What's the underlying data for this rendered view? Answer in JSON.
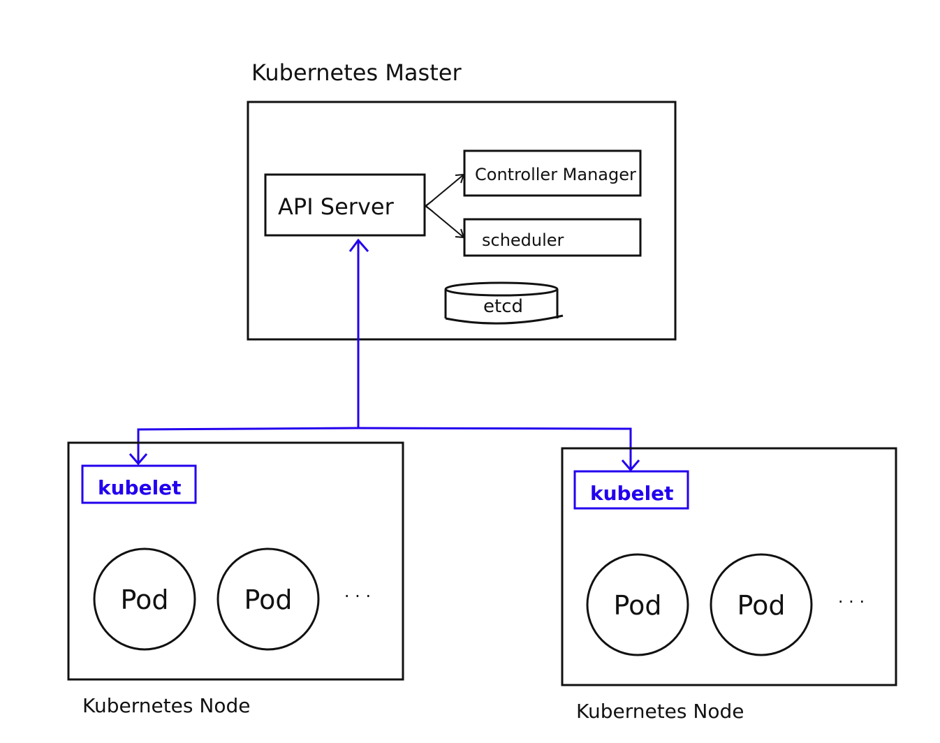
{
  "colors": {
    "ink": "#111111",
    "link": "#2200ee",
    "background": "#ffffff"
  },
  "master": {
    "title": "Kubernetes Master",
    "api_server": "API Server",
    "controller_manager": "Controller Manager",
    "scheduler": "scheduler",
    "etcd": "etcd"
  },
  "nodes": [
    {
      "title": "Kubernetes Node",
      "kubelet": "kubelet",
      "pods": [
        "Pod",
        "Pod"
      ],
      "more": "· · ·"
    },
    {
      "title": "Kubernetes Node",
      "kubelet": "kubelet",
      "pods": [
        "Pod",
        "Pod"
      ],
      "more": "· · ·"
    }
  ]
}
